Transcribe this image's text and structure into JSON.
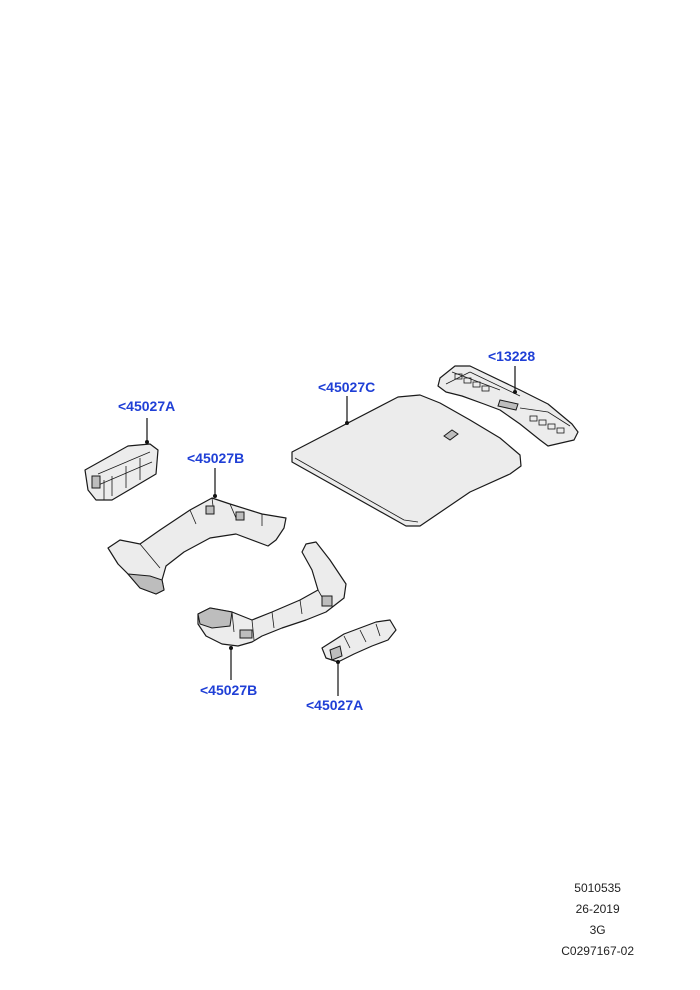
{
  "callouts": {
    "c13228": "<13228",
    "c45027C": "<45027C",
    "c45027A_top": "<45027A",
    "c45027B_top": "<45027B",
    "c45027B_bottom": "<45027B",
    "c45027A_bottom": "<45027A"
  },
  "footer": {
    "line1": "5010535",
    "line2": "26-2019",
    "line3": "3G",
    "line4": "C0297167-02"
  },
  "colors": {
    "callout_text": "#1f3fd6",
    "line_art": "#1a1a1a",
    "part_fill": "#ececec"
  }
}
